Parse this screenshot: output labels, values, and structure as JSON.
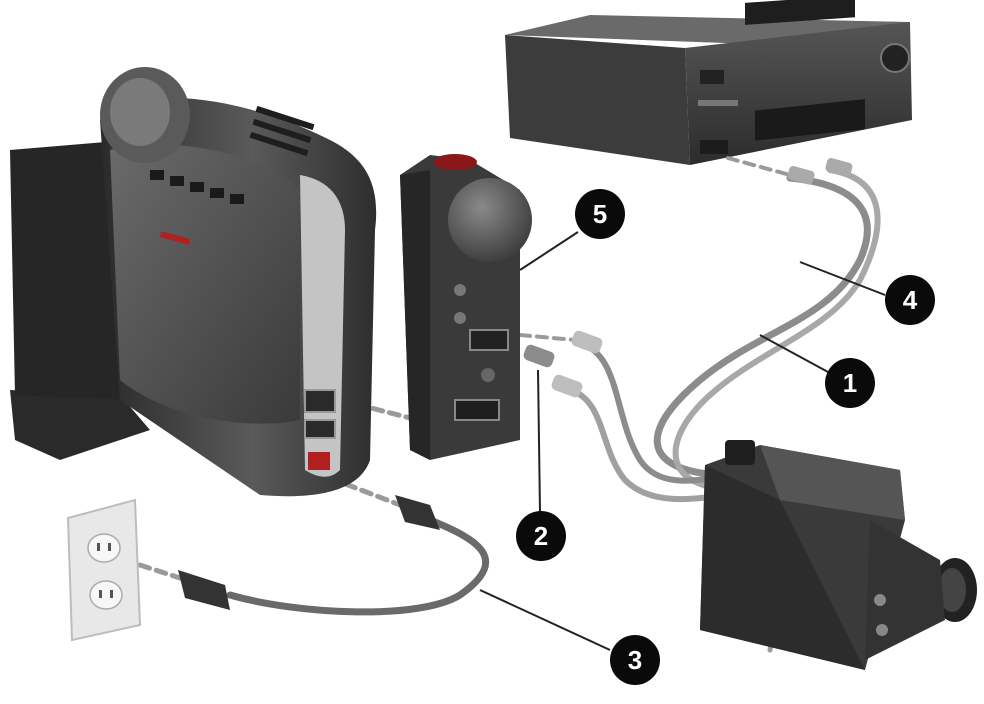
{
  "callouts": [
    {
      "id": 1,
      "label": "1"
    },
    {
      "id": 2,
      "label": "2"
    },
    {
      "id": 3,
      "label": "3"
    },
    {
      "id": 4,
      "label": "4"
    },
    {
      "id": 5,
      "label": "5"
    }
  ],
  "colors": {
    "background": "#ffffff",
    "device_dark": "#2b2b2b",
    "device_mid": "#4a4a4a",
    "device_light": "#9a9a9a",
    "cable": "#8c8c8c",
    "callout": "#0a0a0a",
    "accent_red": "#b02020",
    "outlet": "#e4e4e4"
  },
  "icons": {
    "projector": "projector-icon",
    "vcr": "vcr-icon",
    "camcorder": "camcorder-icon",
    "speaker_module": "speaker-module-icon",
    "wall_outlet": "wall-outlet-icon"
  }
}
